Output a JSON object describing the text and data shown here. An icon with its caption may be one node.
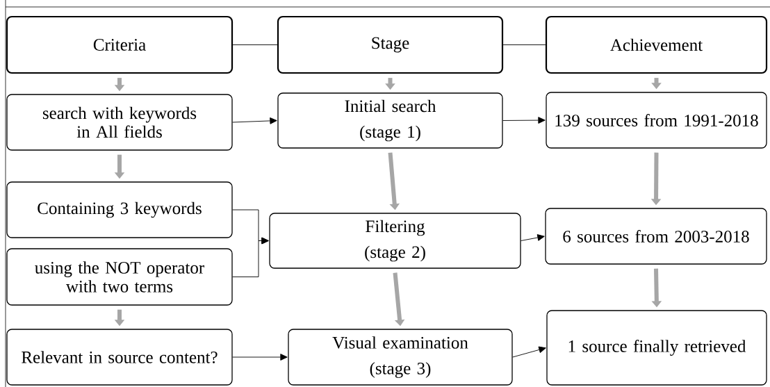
{
  "diagram": {
    "nodes": [
      {
        "text": [
          "Criteria"
        ]
      },
      {
        "text": [
          "Stage"
        ]
      },
      {
        "text": [
          "Achievement"
        ]
      },
      {
        "text": [
          "search with keywords in All fields"
        ]
      },
      {
        "text": [
          "Initial search",
          "(stage 1)"
        ]
      },
      {
        "text": [
          "139 sources from 1991-2018"
        ]
      },
      {
        "text": [
          "Containing 3 keywords"
        ]
      },
      {
        "text": [
          "using the NOT operator with two terms"
        ]
      },
      {
        "text": [
          "Filtering",
          "(stage 2)"
        ]
      },
      {
        "text": [
          "6 sources from 2003-2018"
        ]
      },
      {
        "text": [
          "Relevant in source content?"
        ]
      },
      {
        "text": [
          "Visual examination",
          "(stage 3)"
        ]
      },
      {
        "text": [
          "1 source finally retrieved"
        ]
      }
    ],
    "edges": [
      {
        "from": 0,
        "to": 1,
        "arrow": "none"
      },
      {
        "from": 1,
        "to": 2,
        "arrow": "none"
      },
      {
        "from": 0,
        "to": 3,
        "arrow": "to",
        "style": "thick",
        "color": "#a6a6a6"
      },
      {
        "from": 1,
        "to": 4,
        "arrow": "to",
        "style": "thick",
        "color": "#a6a6a6"
      },
      {
        "from": 2,
        "to": 5,
        "arrow": "to",
        "style": "thick",
        "color": "#a6a6a6"
      },
      {
        "from": 3,
        "to": 4,
        "arrow": "to"
      },
      {
        "from": 4,
        "to": 5,
        "arrow": "to"
      },
      {
        "from": 3,
        "to": 6,
        "arrow": "to",
        "style": "thick",
        "color": "#a6a6a6"
      },
      {
        "from": 4,
        "to": 8,
        "arrow": "to",
        "style": "thick",
        "color": "#a6a6a6"
      },
      {
        "from": 5,
        "to": 9,
        "arrow": "to",
        "style": "thick",
        "color": "#a6a6a6"
      },
      {
        "from": 6,
        "to": 8,
        "arrow": "to"
      },
      {
        "from": 7,
        "to": 8,
        "arrow": "to"
      },
      {
        "from": 8,
        "to": 9,
        "arrow": "to"
      },
      {
        "from": 7,
        "to": 10,
        "arrow": "to",
        "style": "thick",
        "color": "#a6a6a6"
      },
      {
        "from": 8,
        "to": 11,
        "arrow": "to",
        "style": "thick",
        "color": "#a6a6a6"
      },
      {
        "from": 9,
        "to": 12,
        "arrow": "to",
        "style": "thick",
        "color": "#a6a6a6"
      },
      {
        "from": 10,
        "to": 11,
        "arrow": "to"
      },
      {
        "from": 11,
        "to": 12,
        "arrow": "to"
      }
    ]
  }
}
